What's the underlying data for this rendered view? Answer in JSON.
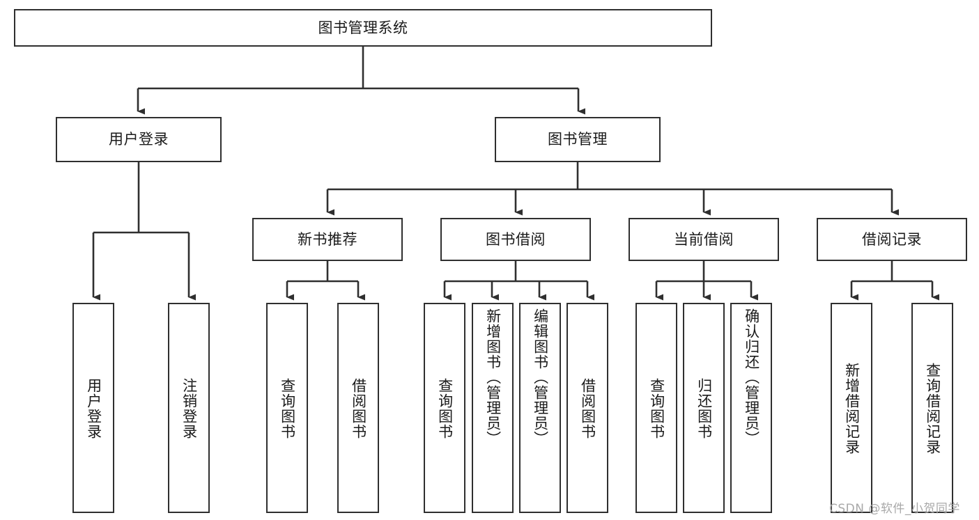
{
  "diagram": {
    "title": "图书管理系统",
    "type": "tree-hierarchy",
    "colors": {
      "box_border": "#2f2f2f",
      "box_fill": "#ffffff",
      "connector": "#2f2f2f",
      "text": "#1a1a1a",
      "watermark": "#a8a8a8",
      "background": "#ffffff"
    }
  },
  "watermark": {
    "text": "CSDN @软件_小贺同学"
  },
  "nodes": {
    "root": {
      "label": "图书管理系统",
      "orientation": "horizontal",
      "level": 0
    },
    "user_login": {
      "label": "用户登录",
      "orientation": "horizontal",
      "level": 1
    },
    "book_manage": {
      "label": "图书管理",
      "orientation": "horizontal",
      "level": 1
    },
    "new_book_rec": {
      "label": "新书推荐",
      "orientation": "horizontal",
      "level": 2
    },
    "book_borrow": {
      "label": "图书借阅",
      "orientation": "horizontal",
      "level": 2
    },
    "current_borrow": {
      "label": "当前借阅",
      "orientation": "horizontal",
      "level": 2
    },
    "borrow_record": {
      "label": "借阅记录",
      "orientation": "horizontal",
      "level": 2
    },
    "leaf_user_login": {
      "label": "用户登录",
      "orientation": "vertical",
      "level": 3
    },
    "leaf_user_logout": {
      "label": "注销登录",
      "orientation": "vertical",
      "level": 3
    },
    "leaf_nbr_query": {
      "label": "查询图书",
      "orientation": "vertical",
      "level": 3
    },
    "leaf_nbr_borrow": {
      "label": "借阅图书",
      "orientation": "vertical",
      "level": 3
    },
    "leaf_bb_query": {
      "label": "查询图书",
      "orientation": "vertical",
      "level": 3
    },
    "leaf_bb_add": {
      "label": "新增图书（管理员）",
      "orientation": "vertical",
      "level": 3
    },
    "leaf_bb_edit": {
      "label": "编辑图书（管理员）",
      "orientation": "vertical",
      "level": 3
    },
    "leaf_bb_borrow": {
      "label": "借阅图书",
      "orientation": "vertical",
      "level": 3
    },
    "leaf_cb_query": {
      "label": "查询图书",
      "orientation": "vertical",
      "level": 3
    },
    "leaf_cb_return": {
      "label": "归还图书",
      "orientation": "vertical",
      "level": 3
    },
    "leaf_cb_confirm": {
      "label": "确认归还（管理员）",
      "orientation": "vertical",
      "level": 3
    },
    "leaf_br_add": {
      "label": "新增借阅记录",
      "orientation": "vertical",
      "level": 3
    },
    "leaf_br_query": {
      "label": "查询借阅记录",
      "orientation": "vertical",
      "level": 3
    }
  },
  "edges": [
    {
      "from": "root",
      "to": "user_login"
    },
    {
      "from": "root",
      "to": "book_manage"
    },
    {
      "from": "user_login",
      "to": "leaf_user_login"
    },
    {
      "from": "user_login",
      "to": "leaf_user_logout"
    },
    {
      "from": "book_manage",
      "to": "new_book_rec"
    },
    {
      "from": "book_manage",
      "to": "book_borrow"
    },
    {
      "from": "book_manage",
      "to": "current_borrow"
    },
    {
      "from": "book_manage",
      "to": "borrow_record"
    },
    {
      "from": "new_book_rec",
      "to": "leaf_nbr_query"
    },
    {
      "from": "new_book_rec",
      "to": "leaf_nbr_borrow"
    },
    {
      "from": "book_borrow",
      "to": "leaf_bb_query"
    },
    {
      "from": "book_borrow",
      "to": "leaf_bb_add"
    },
    {
      "from": "book_borrow",
      "to": "leaf_bb_edit"
    },
    {
      "from": "book_borrow",
      "to": "leaf_bb_borrow"
    },
    {
      "from": "current_borrow",
      "to": "leaf_cb_query"
    },
    {
      "from": "current_borrow",
      "to": "leaf_cb_return"
    },
    {
      "from": "current_borrow",
      "to": "leaf_cb_confirm"
    },
    {
      "from": "borrow_record",
      "to": "leaf_br_add"
    },
    {
      "from": "borrow_record",
      "to": "leaf_br_query"
    }
  ]
}
